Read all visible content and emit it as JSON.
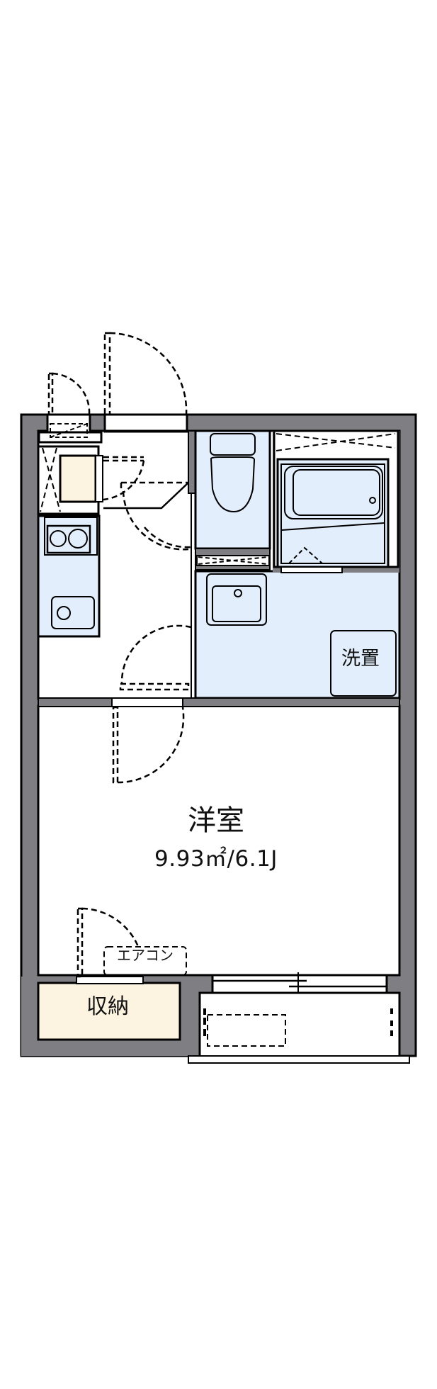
{
  "floorplan": {
    "rooms": {
      "western_room": {
        "name": "洋室",
        "area": "9.93㎡/6.1J"
      },
      "storage": {
        "name": "収納"
      },
      "washer_space": {
        "name": "洗置"
      },
      "aircon": {
        "name": "エアコン"
      }
    },
    "colors": {
      "wall": "#7f7f83",
      "outline": "#000000",
      "wet_area": "#e3eefc",
      "storage_fill": "#fdf3e1",
      "background": "#ffffff"
    }
  }
}
